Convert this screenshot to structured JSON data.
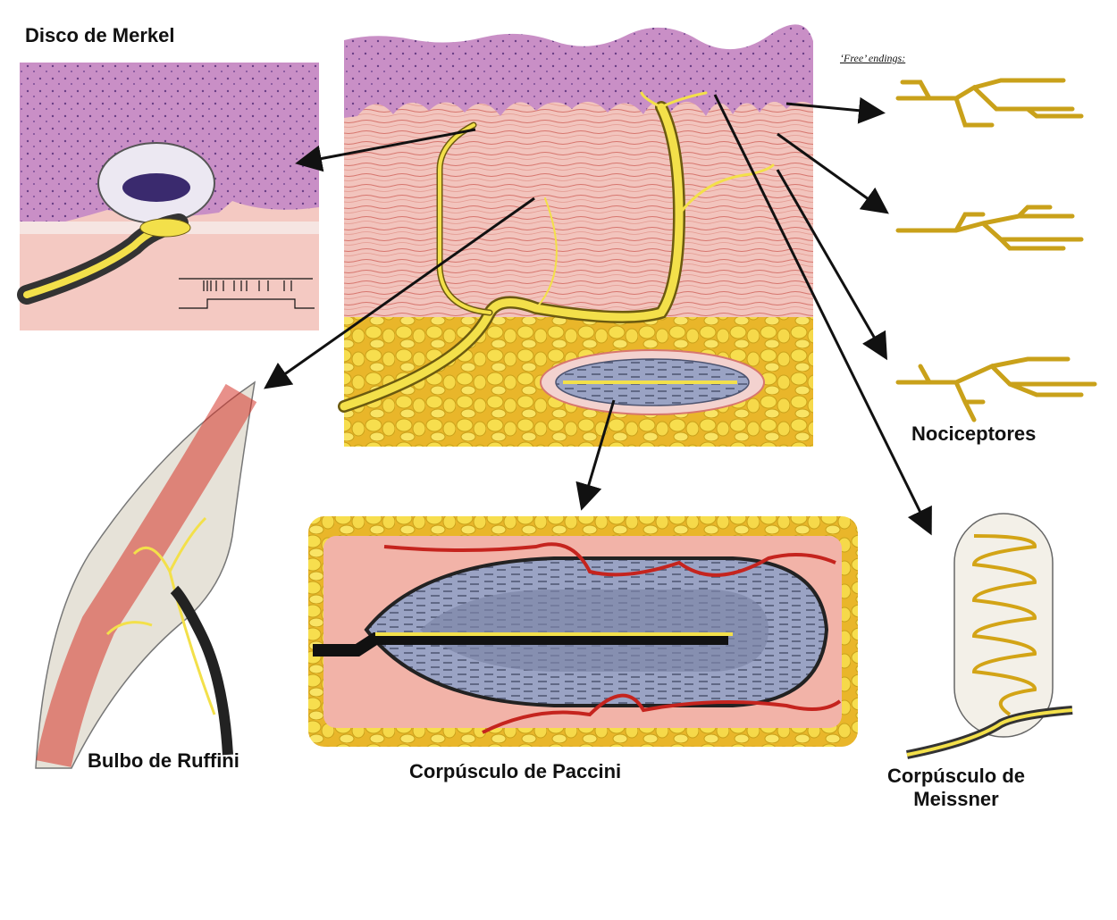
{
  "labels": {
    "merkel": "Disco de Merkel",
    "ruffini": "Bulbo de Ruffini",
    "paccini": "Corpúsculo de Paccini",
    "meissner_line1": "Corpúsculo de",
    "meissner_line2": "Meissner",
    "nociceptores": "Nociceptores",
    "free_endings": "‘Free’ endings:"
  },
  "colors": {
    "epidermis": "#c98fc6",
    "epidermis_dots": "#6a3f86",
    "dermis": "#f2c4bd",
    "dermis_fiber": "#d7766e",
    "fat": "#f4d33c",
    "fat_edge": "#c9a11a",
    "nerve": "#f3e04a",
    "nerve_outline": "#6b5a10",
    "capsule": "#9aa3c4",
    "capsule_dark": "#4d5470",
    "vessel": "#d5342a",
    "arrow": "#111111"
  }
}
